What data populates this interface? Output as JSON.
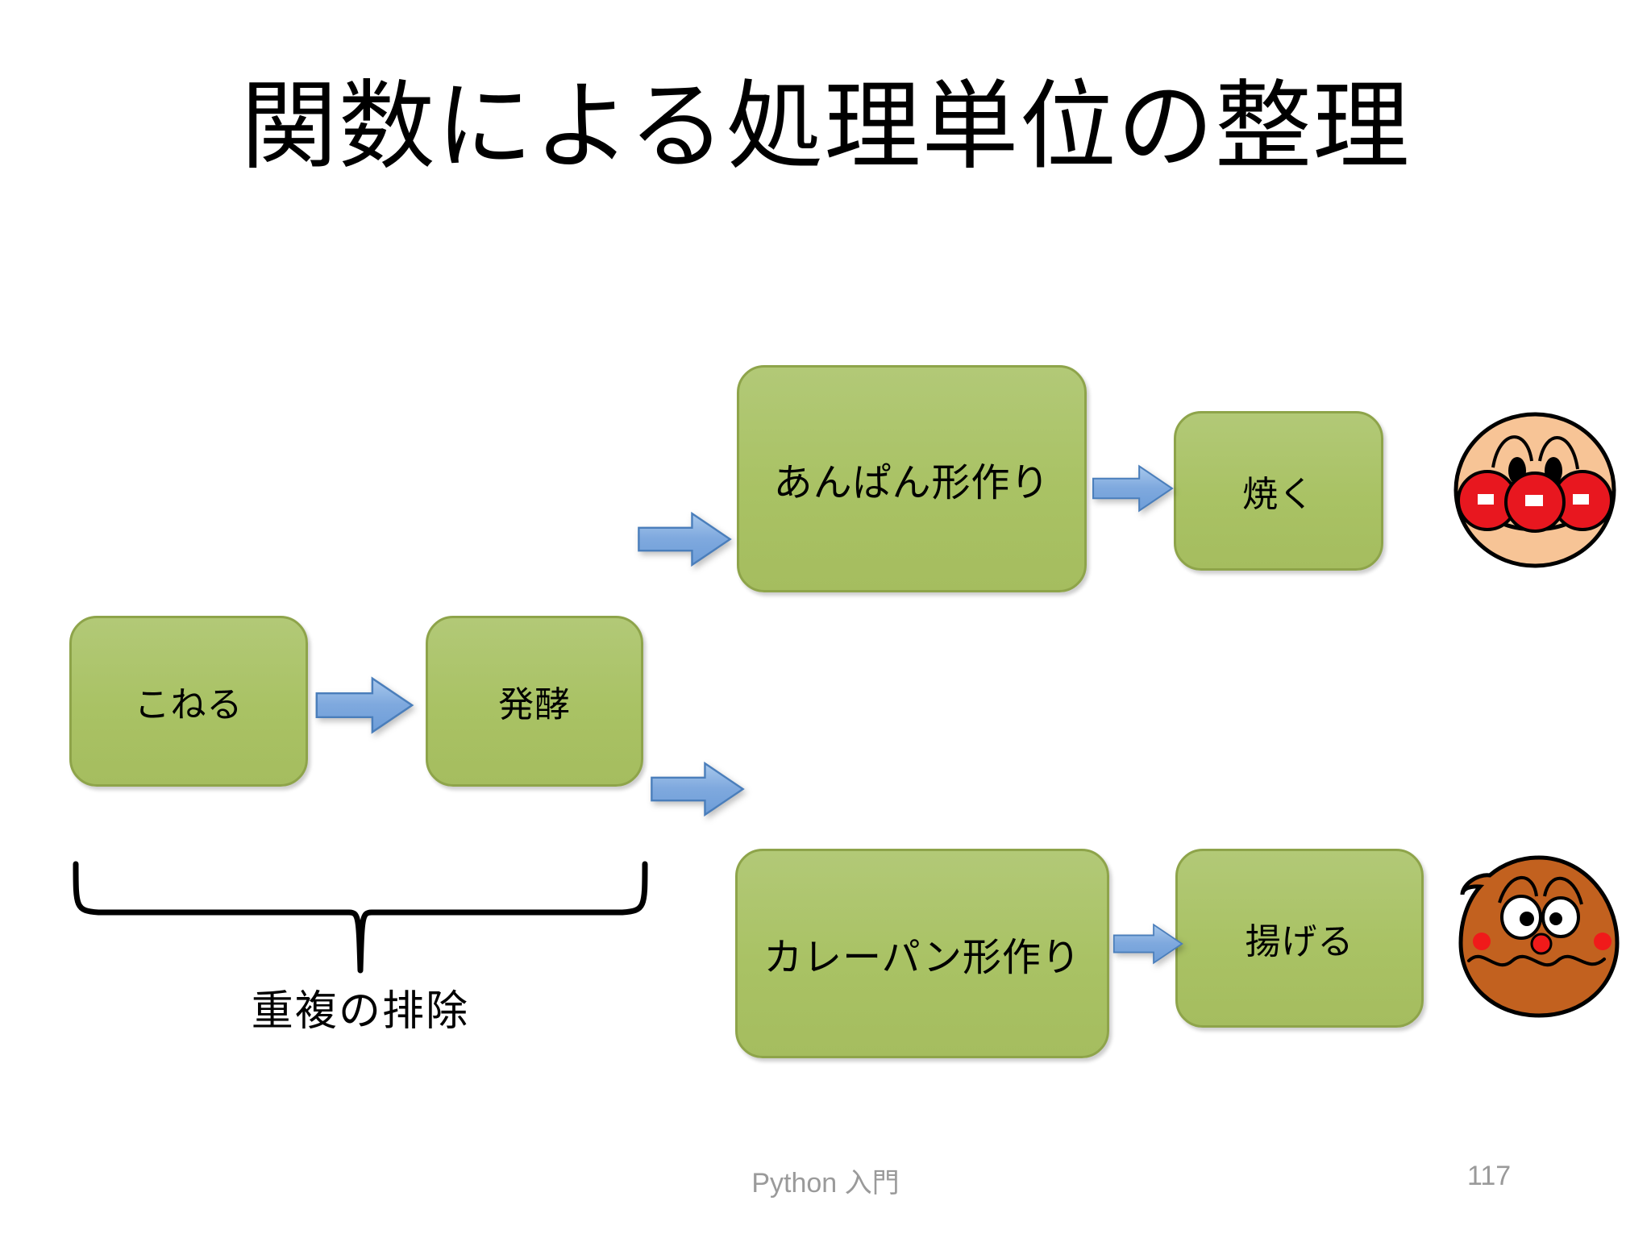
{
  "slide": {
    "title": "関数による処理単位の整理",
    "page_number": "117",
    "footer": "Python 入門",
    "colors": {
      "box_fill": "#a9c264",
      "box_border": "#8ea44a",
      "arrow_fill": "#7ba7dd",
      "arrow_border": "#4a7ebb",
      "anpanman_skin": "#f7c496",
      "anpanman_cheek": "#e8171f",
      "currypanman_body": "#c2611f",
      "currypanman_cheek": "#f01a1a",
      "footer_text": "#9a9a9a"
    }
  },
  "flow": {
    "boxes": [
      {
        "id": "konero",
        "label": "こねる"
      },
      {
        "id": "hakkou",
        "label": "発酵"
      },
      {
        "id": "anpan",
        "label": "あんぱん形作り"
      },
      {
        "id": "yaku",
        "label": "焼く"
      },
      {
        "id": "curry",
        "label": "カレーパン形作り"
      },
      {
        "id": "ageru",
        "label": "揚げる"
      }
    ],
    "arrows": [
      {
        "id": "konero-hakkou",
        "from": "konero",
        "to": "hakkou",
        "direction": "right"
      },
      {
        "id": "hakkou-anpan",
        "from": "hakkou",
        "to": "anpan",
        "direction": "right"
      },
      {
        "id": "hakkou-curry",
        "from": "hakkou",
        "to": "curry",
        "direction": "right"
      },
      {
        "id": "anpan-yaku",
        "from": "anpan",
        "to": "yaku",
        "direction": "right"
      },
      {
        "id": "curry-ageru",
        "from": "curry",
        "to": "ageru",
        "direction": "right"
      }
    ],
    "brace": {
      "caption": "重複の排除",
      "spans": [
        "konero",
        "hakkou"
      ]
    },
    "characters": [
      {
        "id": "anpanman",
        "icon": "anpanman-face-icon",
        "after": "yaku"
      },
      {
        "id": "currypanman",
        "icon": "currypanman-face-icon",
        "after": "ageru"
      }
    ]
  }
}
